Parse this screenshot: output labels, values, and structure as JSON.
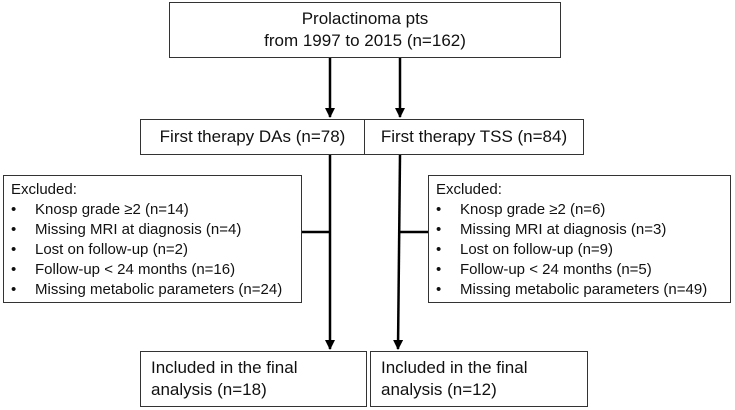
{
  "top_box": {
    "line1": "Prolactinoma pts",
    "line2": "from 1997 to 2015  (n=162)"
  },
  "therapy_das": {
    "label": "First therapy DAs (n=78)"
  },
  "therapy_tss": {
    "label": "First therapy TSS (n=84)"
  },
  "excluded_left": {
    "title": "Excluded:",
    "items": [
      "Knosp grade ≥2 (n=14)",
      "Missing MRI at diagnosis (n=4)",
      "Lost on follow-up (n=2)",
      "Follow-up < 24 months (n=16)",
      "Missing metabolic parameters (n=24)"
    ]
  },
  "excluded_right": {
    "title": "Excluded:",
    "items": [
      "Knosp grade ≥2 (n=6)",
      "Missing MRI at diagnosis (n=3)",
      "Lost on follow-up (n=9)",
      "Follow-up < 24 months (n=5)",
      "Missing metabolic parameters (n=49)"
    ]
  },
  "final_left": {
    "line1": "Included in the final",
    "line2": "analysis (n=18)"
  },
  "final_right": {
    "line1": "Included in the final",
    "line2": "analysis (n=12)"
  },
  "bullet_char": "•"
}
